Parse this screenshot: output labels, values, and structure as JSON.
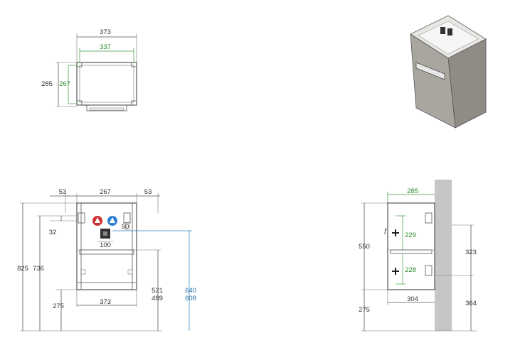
{
  "top_view": {
    "outer_width": "373",
    "inner_width": "337",
    "outer_depth": "285",
    "inner_depth": "267"
  },
  "front_view": {
    "side_left": "53",
    "middle": "267",
    "side_right": "53",
    "height_total": "825",
    "height_body": "736",
    "offset_small": "32",
    "pipe_spacing": "100",
    "pipe_right": "50",
    "width": "373",
    "floor": "275",
    "height_521": "521",
    "height_489": "489",
    "height_640": "640",
    "height_608": "608"
  },
  "side_view": {
    "depth": "285",
    "height": "550",
    "upper_green": "229",
    "lower_green": "228",
    "right_upper": "323",
    "bottom_width": "304",
    "floor": "275",
    "right_lower": "364"
  },
  "colors": {
    "green": "#2e8b2e",
    "blue": "#1f6fa8",
    "hot": "#d03030",
    "cold": "#2f7fd0",
    "wall": "#c6c6c6",
    "cabinet": "#a9a6a0"
  }
}
